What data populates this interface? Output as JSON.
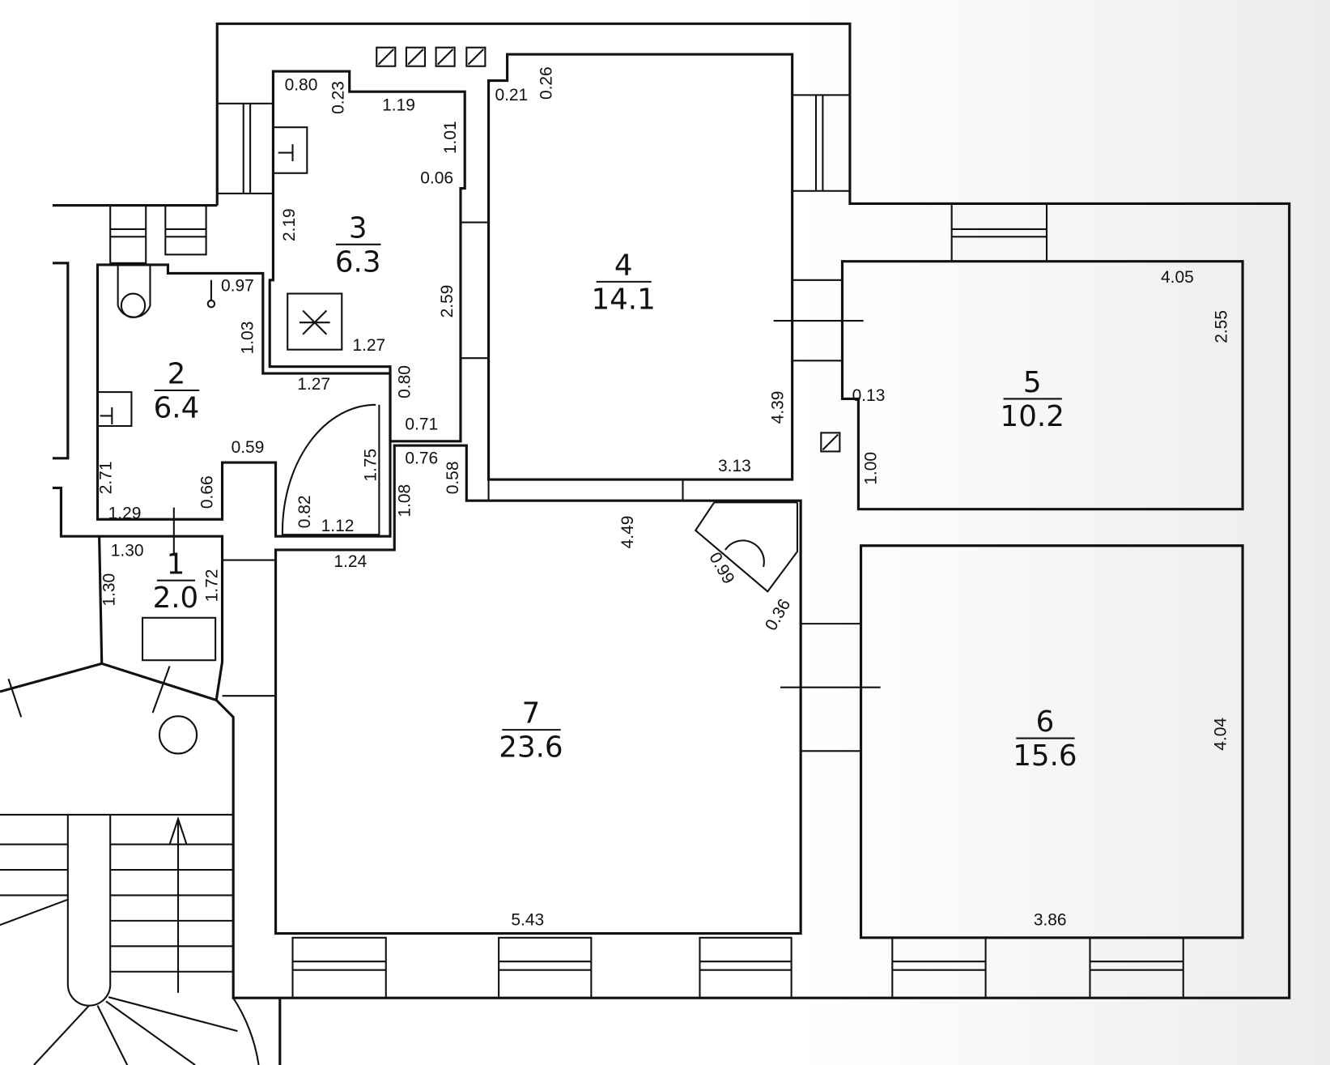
{
  "rooms": [
    {
      "number": "1",
      "area": "2.0"
    },
    {
      "number": "2",
      "area": "6.4"
    },
    {
      "number": "3",
      "area": "6.3"
    },
    {
      "number": "4",
      "area": "14.1"
    },
    {
      "number": "5",
      "area": "10.2"
    },
    {
      "number": "6",
      "area": "15.6"
    },
    {
      "number": "7",
      "area": "23.6"
    }
  ],
  "dimensions": [
    "0.80",
    "0.23",
    "1.19",
    "1.01",
    "0.06",
    "2.19",
    "2.59",
    "1.27",
    "0.97",
    "1.03",
    "1.27",
    "0.80",
    "0.71",
    "0.59",
    "1.75",
    "0.76",
    "0.58",
    "2.71",
    "0.66",
    "0.82",
    "1.08",
    "1.12",
    "1.29",
    "1.30",
    "1.30",
    "1.72",
    "1.24",
    "0.21",
    "0.26",
    "4.39",
    "3.13",
    "4.49",
    "0.99",
    "0.36",
    "4.05",
    "2.55",
    "0.13",
    "1.00",
    "4.04",
    "5.43",
    "3.86"
  ],
  "colors": {
    "line": "#111111",
    "background": "#ffffff",
    "paper_shade": "#eeeeee"
  }
}
